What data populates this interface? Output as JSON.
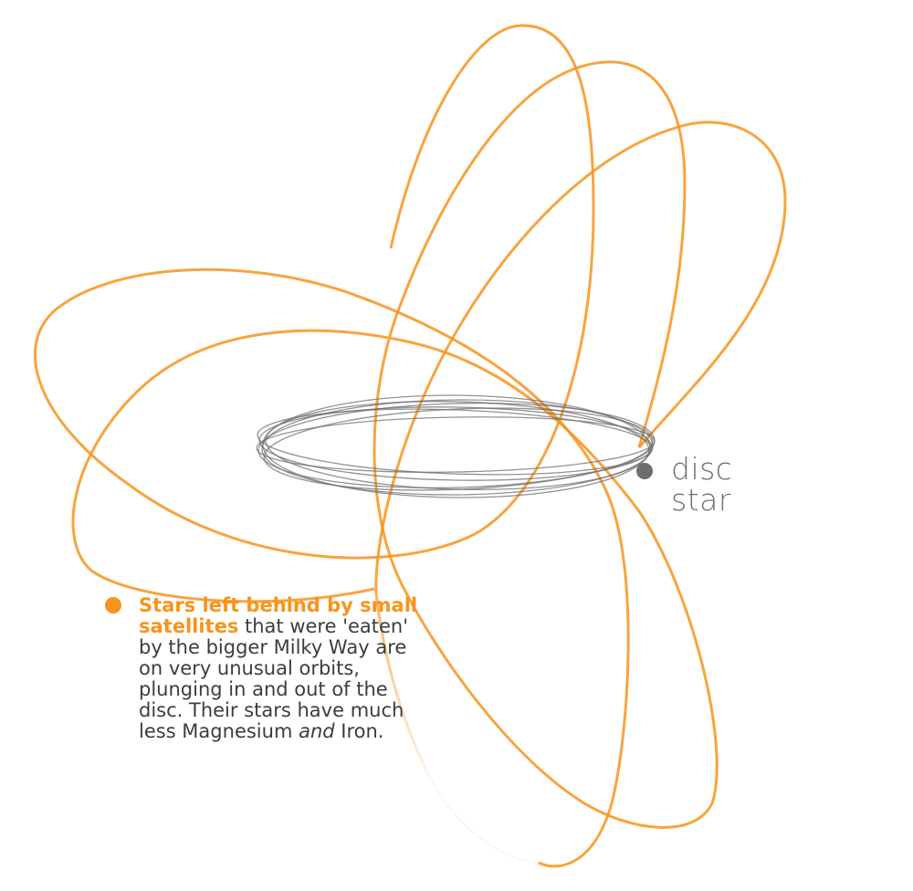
{
  "labels": {
    "disc_star_line1": "disc",
    "disc_star_line2": "star",
    "caption_highlight": "Stars left behind by small satellites",
    "caption_part1": " that were 'eaten' by the bigger Milky Way are on very unusual orbits, plunging in and out of the disc. Their stars have much less Magnesium ",
    "caption_emphasis": "and",
    "caption_part2": " Iron."
  },
  "colors": {
    "satellite_orbit": "#f7941d",
    "disc_orbit": "#6d6d6d",
    "text": "#3d3d3d",
    "highlight": "#f7941d"
  }
}
